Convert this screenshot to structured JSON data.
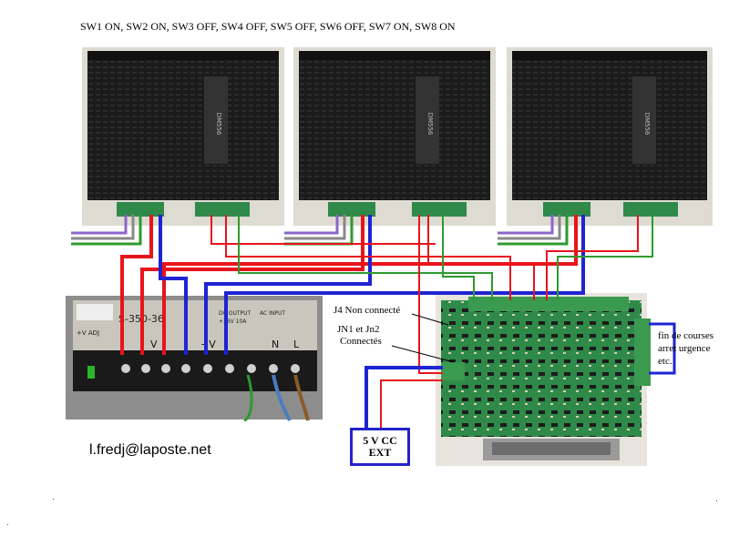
{
  "title": "SW1 ON, SW2 ON, SW3 OFF, SW4 OFF, SW5 OFF, SW6 OFF, SW7 ON, SW8 ON",
  "email": "l.fredj@laposte.net",
  "annotations": {
    "j4": "J4 Non connecté",
    "jn_line1": "JN1 et Jn2",
    "jn_line2": "Connectés",
    "fin_line1": "fin de courses",
    "fin_line2": "arret urgence",
    "fin_line3": "etc."
  },
  "vext": {
    "line1": "5 V CC",
    "line2": "EXT"
  },
  "psu": {
    "model": "S-350-36",
    "adj": "+V ADJ",
    "output": "DC OUTPUT",
    "output_spec": "+36V 10A",
    "ac_input": "AC INPUT",
    "terminals": [
      "V",
      "+V",
      "N",
      "L"
    ]
  },
  "drivers": [
    {
      "name": "DM556"
    },
    {
      "name": "DM556"
    },
    {
      "name": "DM556"
    }
  ],
  "colors": {
    "red_wire": "#e8141c",
    "blue_wire": "#1e24d2",
    "green_wire": "#2e9a2e",
    "purple_wire": "#8a66cc",
    "gray_wire": "#888888",
    "board_green": "#2f8a4a",
    "driver_black": "#1a1a1a"
  }
}
